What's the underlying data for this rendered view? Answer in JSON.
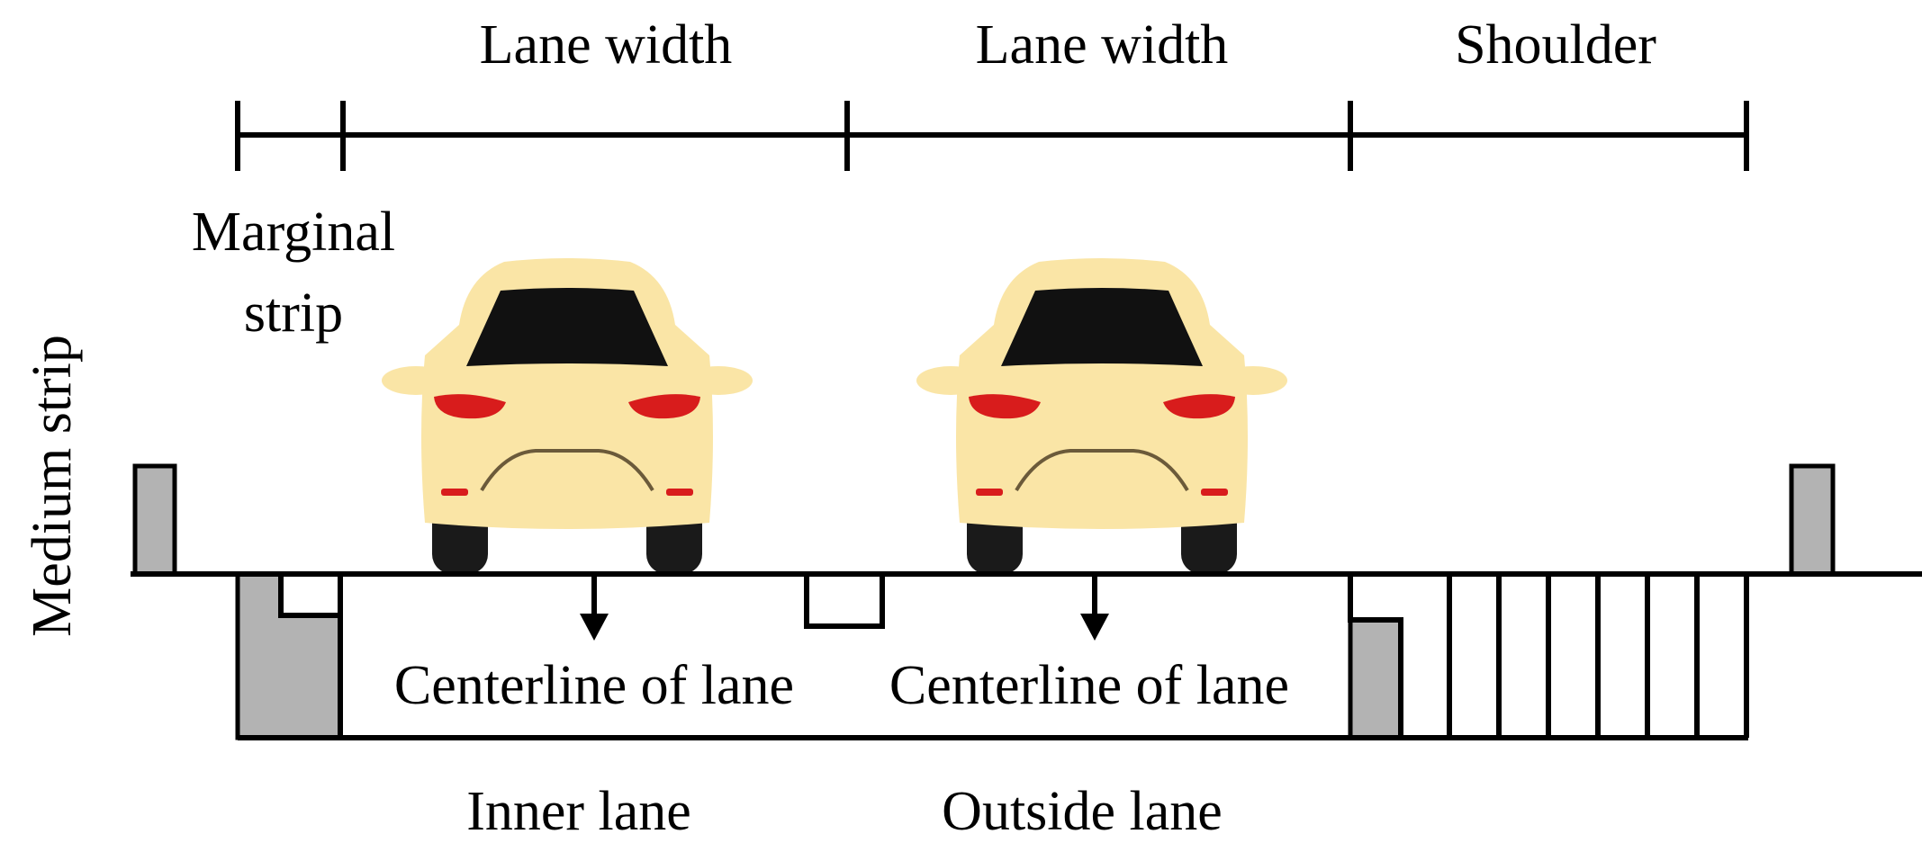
{
  "labels": {
    "lane_width_1": "Lane width",
    "lane_width_2": "Lane width",
    "shoulder": "Shoulder",
    "marginal_strip_line1": "Marginal",
    "marginal_strip_line2": "strip",
    "medium_strip": "Medium strip",
    "centerline_1": "Centerline of lane",
    "centerline_2": "Centerline of lane",
    "inner_lane": "Inner lane",
    "outside_lane": "Outside lane"
  },
  "colors": {
    "car_body": "#fae5a6",
    "car_window": "#111111",
    "tail_light": "#d81c1c",
    "tire": "#1a1a1a",
    "curb_fill": "#b3b3b3",
    "line": "#000000"
  },
  "icons": [
    "car-rear-icon",
    "down-arrow-icon"
  ]
}
